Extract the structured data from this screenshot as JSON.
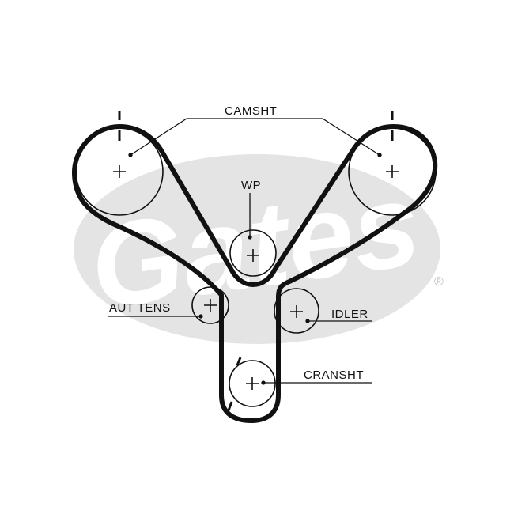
{
  "logo": {
    "brand": "Gates",
    "registered_mark": "®",
    "fill_color": "#e4e4e4"
  },
  "labels": {
    "camshaft": "CAMSHT",
    "water_pump": "WP",
    "auto_tensioner": "AUT TENS",
    "idler": "IDLER",
    "crankshaft": "CRANSHT"
  },
  "colors": {
    "belt": "#111111",
    "pulley": "#111111",
    "background": "#ffffff"
  }
}
